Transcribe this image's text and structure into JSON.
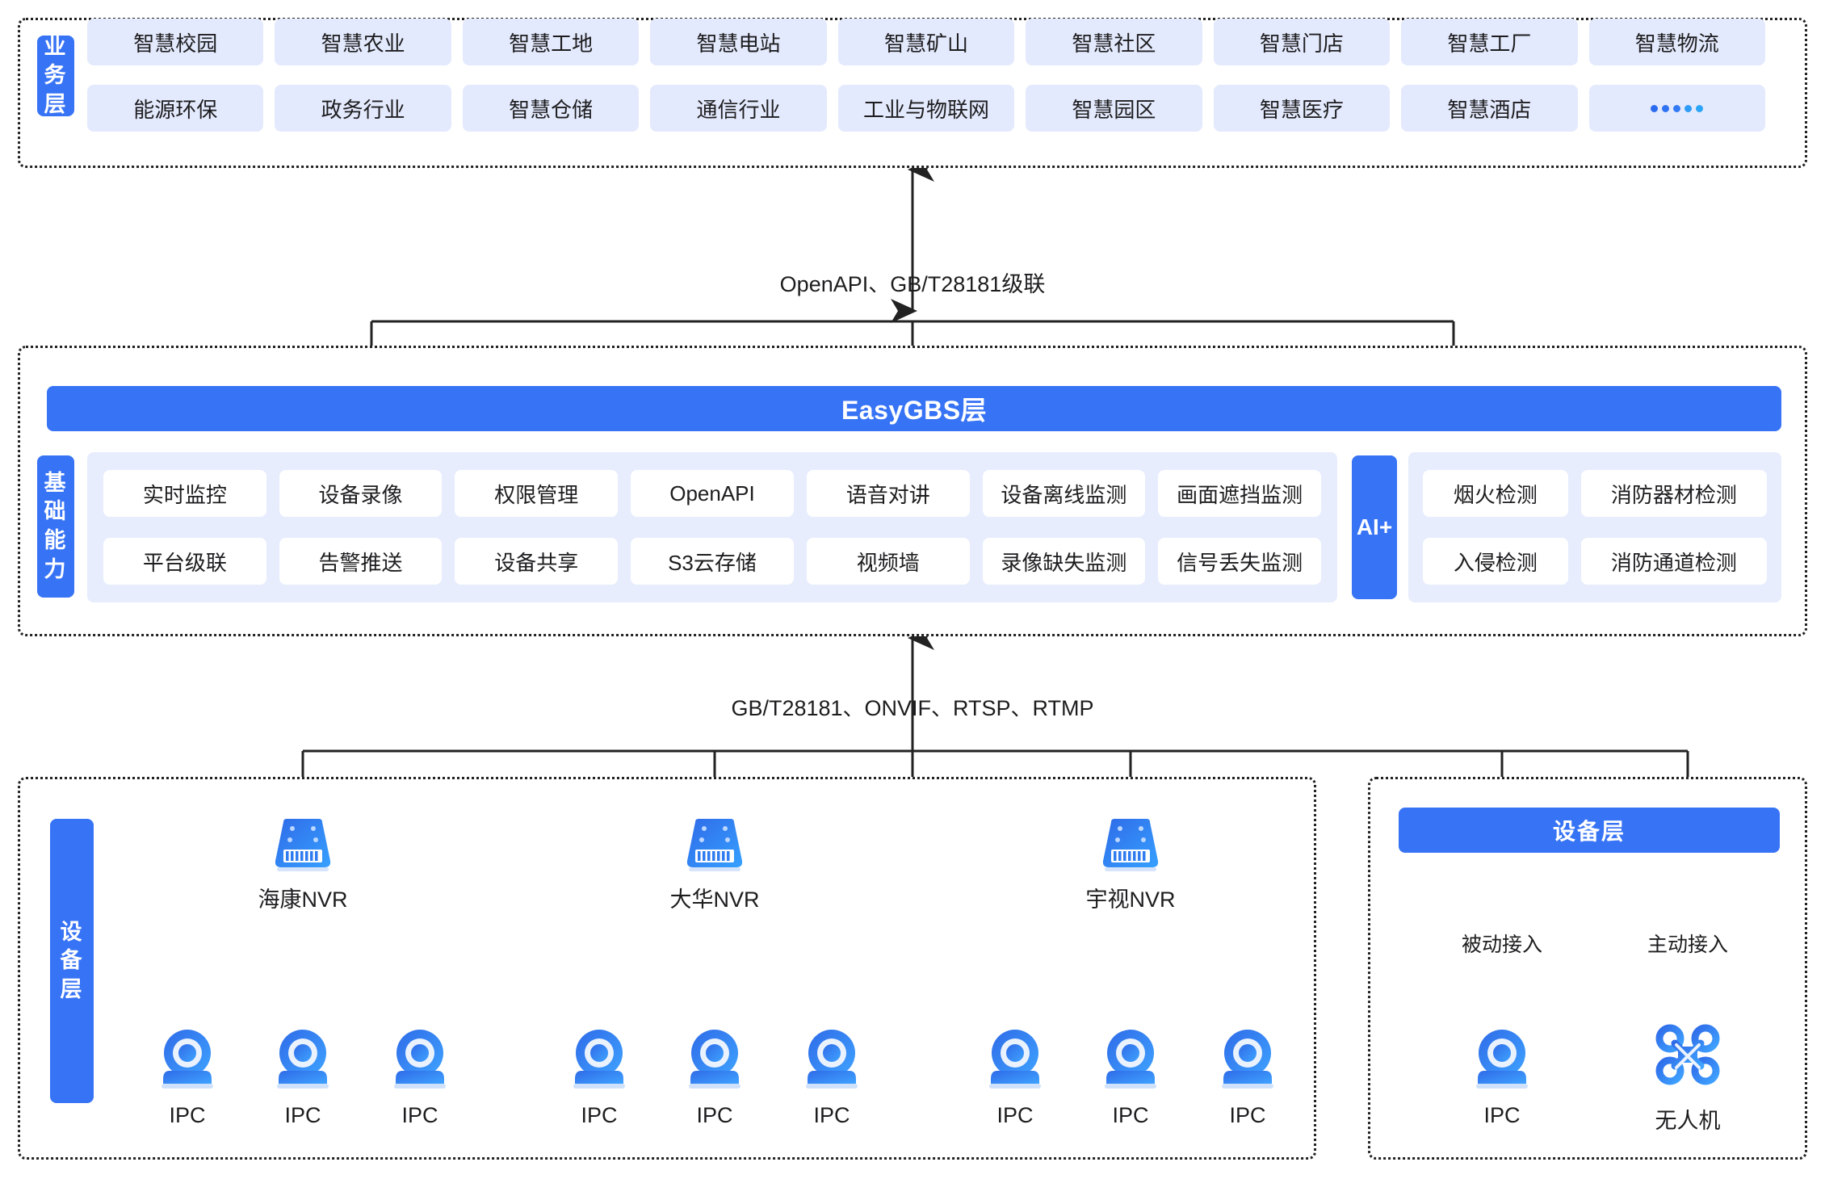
{
  "business_layer": {
    "tab_label": "业务层",
    "tab_chars": [
      "业",
      "务",
      "层"
    ],
    "items": [
      "智慧校园",
      "智慧农业",
      "智慧工地",
      "智慧电站",
      "智慧矿山",
      "智慧社区",
      "智慧门店",
      "智慧工厂",
      "智慧物流",
      "能源环保",
      "政务行业",
      "智慧仓储",
      "通信行业",
      "工业与物联网",
      "智慧园区",
      "智慧医疗",
      "智慧酒店",
      "……"
    ]
  },
  "connector_top": {
    "label": "OpenAPI、GB/T28181级联"
  },
  "platform_layer": {
    "title": "EasyGBS层",
    "capability_tab_label": "基础能力",
    "capability_tab_chars": [
      "基",
      "础",
      "能",
      "力"
    ],
    "capabilities": [
      "实时监控",
      "设备录像",
      "权限管理",
      "OpenAPI",
      "语音对讲",
      "设备离线监测",
      "画面遮挡监测",
      "平台级联",
      "告警推送",
      "设备共享",
      "S3云存储",
      "视频墙",
      "录像缺失监测",
      "信号丢失监测"
    ],
    "ai_tab_label": "AI+",
    "ai_capabilities": [
      "烟火检测",
      "消防器材检测",
      "入侵检测",
      "消防通道检测"
    ]
  },
  "connector_bottom": {
    "label": "GB/T28181、ONVIF、RTSP、RTMP"
  },
  "device_layer": {
    "tab_label": "设备层",
    "tab_chars": [
      "设",
      "备",
      "层"
    ],
    "right_bar_title": "设备层",
    "nvr_groups": [
      {
        "name": "海康NVR",
        "children": [
          "IPC",
          "IPC",
          "IPC"
        ]
      },
      {
        "name": "大华NVR",
        "children": [
          "IPC",
          "IPC",
          "IPC"
        ]
      },
      {
        "name": "宇视NVR",
        "children": [
          "IPC",
          "IPC",
          "IPC"
        ]
      }
    ],
    "direct_access": [
      {
        "mode": "被动接入",
        "device": "IPC",
        "icon": "camera-icon"
      },
      {
        "mode": "主动接入",
        "device": "无人机",
        "icon": "drone-icon"
      }
    ]
  },
  "colors": {
    "accent": "#3773F5",
    "chip_light": "#E4EAFD",
    "panel_light": "#E7EDFD",
    "line": "#222222",
    "text": "#1d1d1f"
  }
}
